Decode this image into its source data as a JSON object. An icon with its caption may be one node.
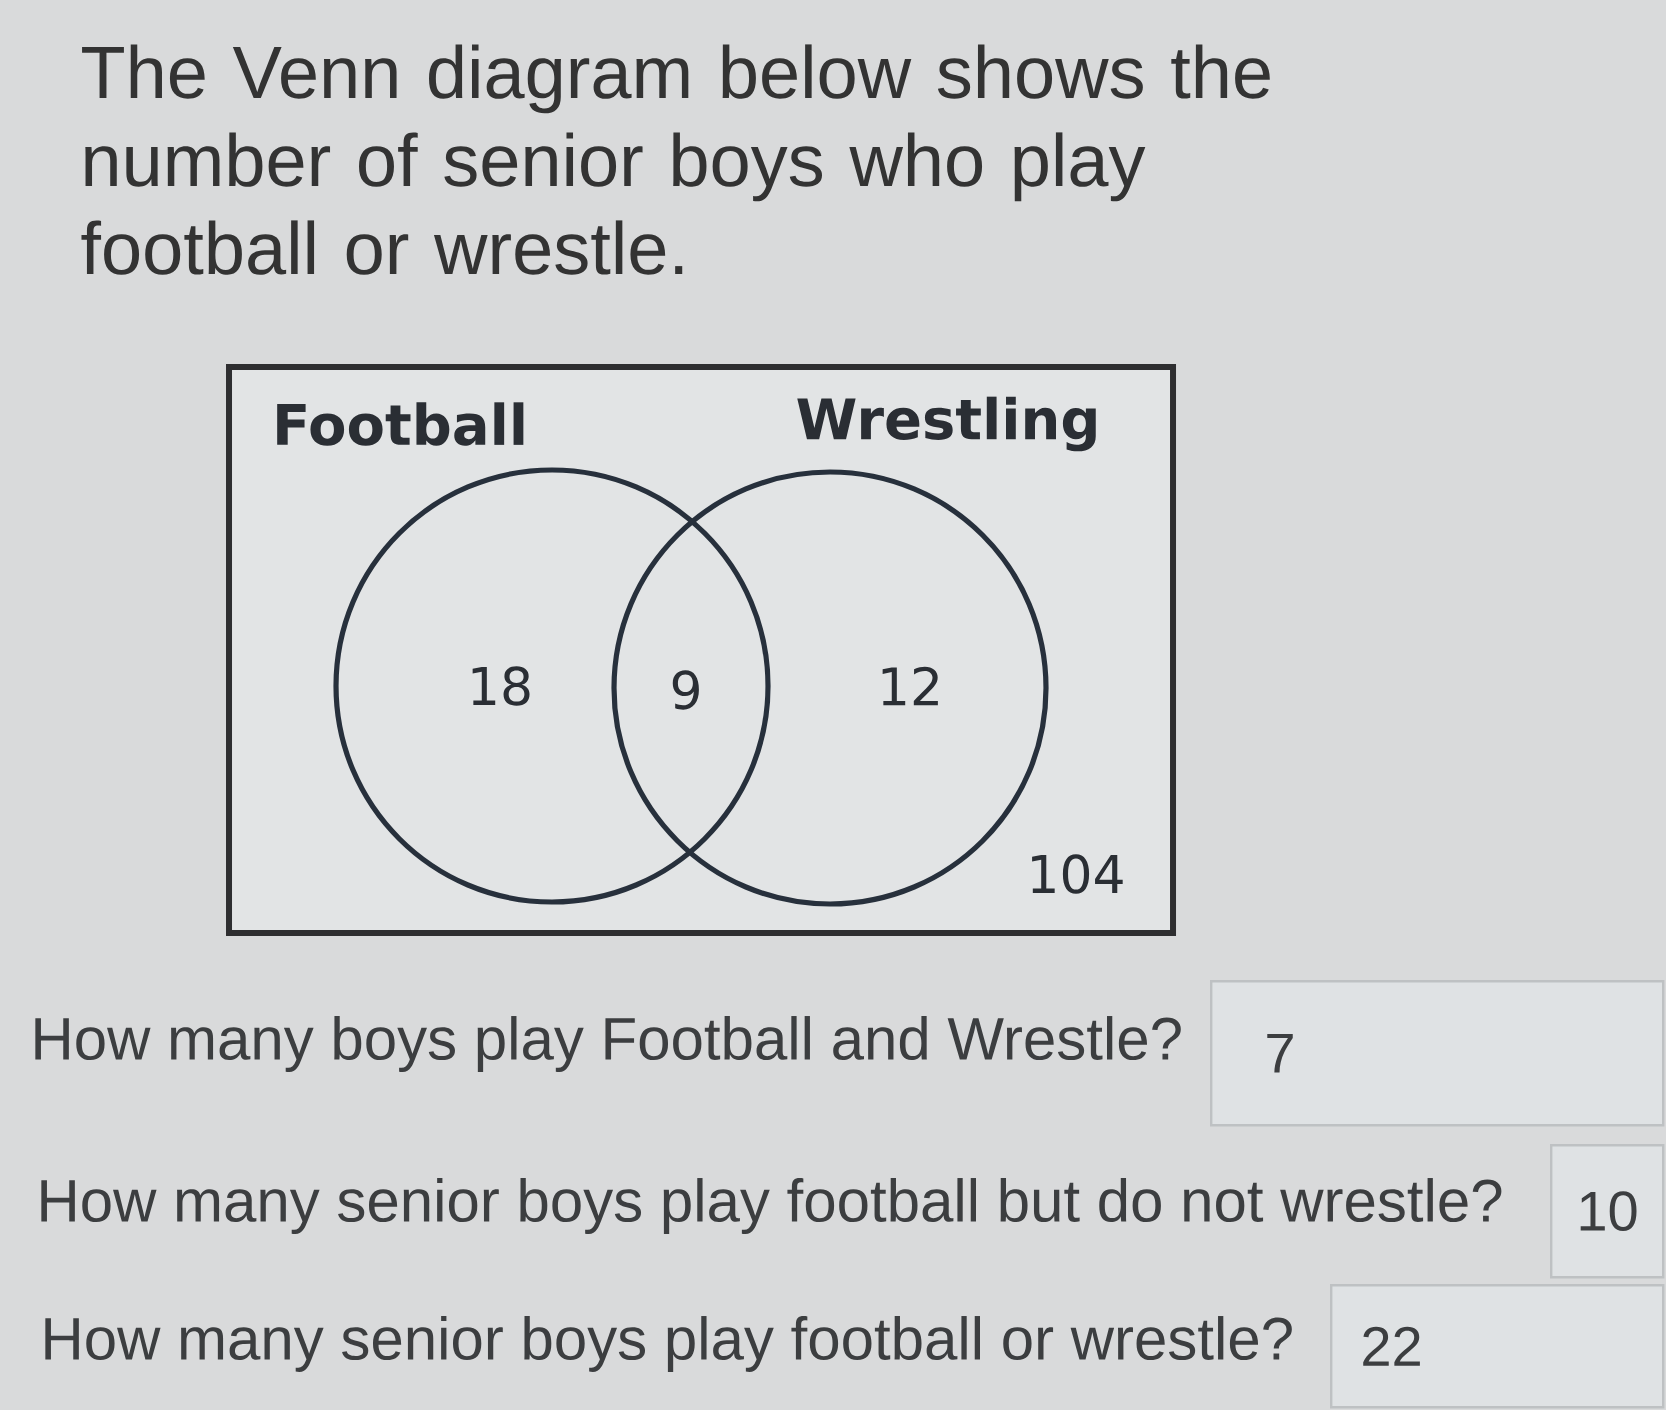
{
  "diagram": {
    "title": "The Venn diagram below shows the number of senior boys who play football or wrestle.",
    "nodes": [
      {
        "text": [
          "104"
        ]
      },
      {
        "text": [
          "Football",
          "18"
        ],
        "in": 0
      },
      {
        "text": [
          "Wrestling",
          "12"
        ],
        "in": 0
      },
      {
        "text": [
          "7"
        ],
        "beside": [
          "How many boys play Football and Wrestle?"
        ]
      },
      {
        "text": [
          "10"
        ],
        "beside": [
          "How many senior boys play football but do not wrestle?"
        ]
      },
      {
        "text": [
          "22"
        ],
        "beside": [
          "How many senior boys play football or wrestle?"
        ]
      }
    ],
    "labels": [
      "9"
    ]
  }
}
